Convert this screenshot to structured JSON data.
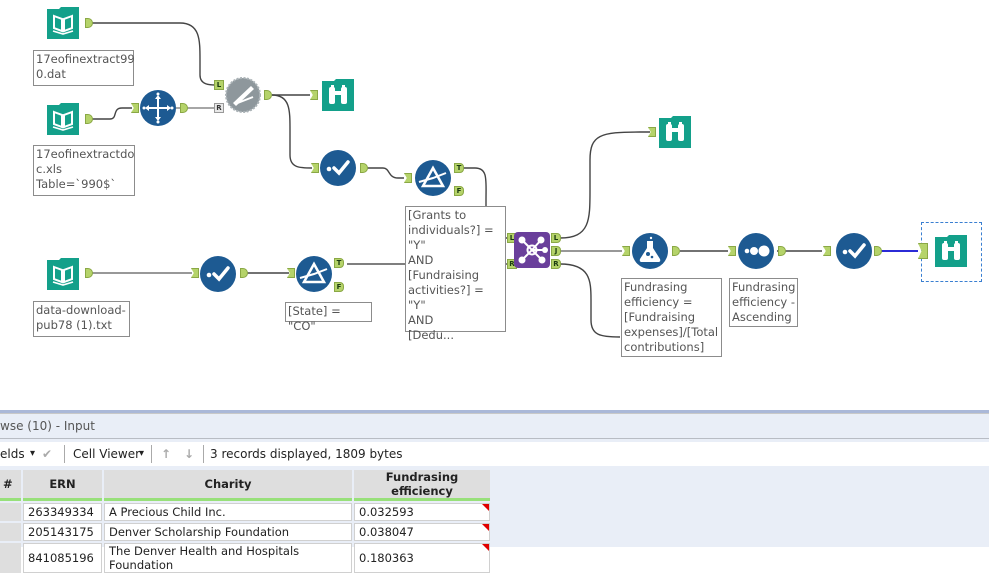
{
  "workflow": {
    "tools": [
      {
        "id": "input-1",
        "type": "input-data",
        "annotation": "17eofinextract99\n0.dat"
      },
      {
        "id": "input-2",
        "type": "input-data",
        "annotation": "17eofinextractdo\nc.xls\nTable=`990$`"
      },
      {
        "id": "select-1",
        "type": "select"
      },
      {
        "id": "union-1",
        "type": "union",
        "disabled": true
      },
      {
        "id": "browse-1",
        "type": "browse"
      },
      {
        "id": "input-3",
        "type": "input-data",
        "annotation": "data-download-\npub78 (1).txt"
      },
      {
        "id": "autofield-1",
        "type": "auto-field"
      },
      {
        "id": "filter-1",
        "type": "filter",
        "annotation": "[State] = \"CO\""
      },
      {
        "id": "autofield-2",
        "type": "auto-field"
      },
      {
        "id": "filter-2",
        "type": "filter",
        "annotation": "[Grants to\nindividuals?] =\n\"Y\"\nAND\n[Fundraising\nactivities?] = \"Y\"\nAND\n[Dedu..."
      },
      {
        "id": "join-1",
        "type": "join"
      },
      {
        "id": "browse-2",
        "type": "browse"
      },
      {
        "id": "formula-1",
        "type": "formula",
        "annotation": "Fundrasing\nefficiency =\n[Fundraising\nexpenses]/[Total\ncontributions]"
      },
      {
        "id": "sort-1",
        "type": "sort",
        "annotation": "Fundrasing\nefficiency -\nAscending"
      },
      {
        "id": "autofield-3",
        "type": "auto-field"
      },
      {
        "id": "browse-3",
        "type": "browse",
        "selected": true
      }
    ],
    "anchor_labels": {
      "left": "L",
      "right": "R",
      "true": "T",
      "false": "F",
      "join": "J"
    }
  },
  "results": {
    "title": "wse (10) - Input",
    "toolbar": {
      "fields_label": "elds",
      "dropdown_glyph": "▾",
      "check_glyph": "✔",
      "cell_viewer_label": "Cell Viewer",
      "up_glyph": "↑",
      "down_glyph": "↓",
      "status": "3 records displayed, 1809 bytes"
    },
    "columns": [
      "#",
      "ERN",
      "Charity",
      "Fundrasing efficiency"
    ],
    "rows": [
      {
        "num": "",
        "ern": "263349334",
        "charity": "A Precious Child Inc.",
        "efficiency": "0.032593"
      },
      {
        "num": "",
        "ern": "205143175",
        "charity": "Denver Scholarship Foundation",
        "efficiency": "0.038047"
      },
      {
        "num": "",
        "ern": "841085196",
        "charity": "The Denver Health and Hospitals Foundation",
        "efficiency": "0.180363"
      }
    ]
  },
  "colors": {
    "input_tool": "#13a08a",
    "prep_tool": "#1d5a92",
    "join_tool": "#6a3f9b",
    "anchor": "#b5d36a",
    "selected_wire": "#2b2bd6"
  }
}
